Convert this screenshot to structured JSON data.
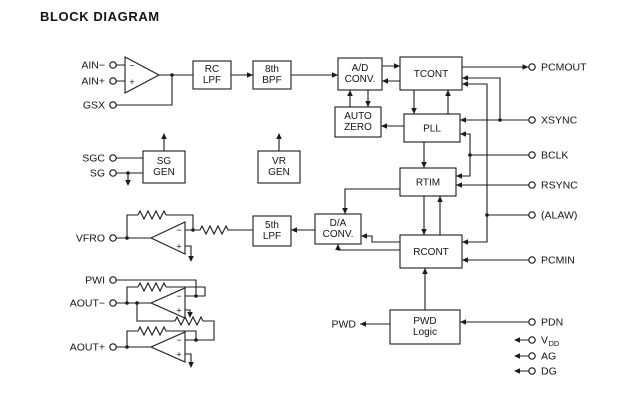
{
  "title": "BLOCK DIAGRAM",
  "blocks": {
    "rc_lpf": {
      "l1": "RC",
      "l2": "LPF"
    },
    "bpf8": {
      "l1": "8th",
      "l2": "BPF"
    },
    "ad_conv": {
      "l1": "A/D",
      "l2": "CONV."
    },
    "tcont": {
      "label": "TCONT"
    },
    "auto_zero": {
      "l1": "AUTO",
      "l2": "ZERO"
    },
    "pll": {
      "label": "PLL"
    },
    "sg_gen": {
      "l1": "SG",
      "l2": "GEN"
    },
    "vr_gen": {
      "l1": "VR",
      "l2": "GEN"
    },
    "rtim": {
      "label": "RTIM"
    },
    "lpf5": {
      "l1": "5th",
      "l2": "LPF"
    },
    "da_conv": {
      "l1": "D/A",
      "l2": "CONV."
    },
    "rcont": {
      "label": "RCONT"
    },
    "pwd_logic": {
      "l1": "PWD",
      "l2": "Logic"
    }
  },
  "pins": {
    "left": [
      {
        "label": "AIN−"
      },
      {
        "label": "AIN+"
      },
      {
        "label": "GSX"
      },
      {
        "label": "SGC"
      },
      {
        "label": "SG"
      },
      {
        "label": "VFRO"
      },
      {
        "label": "PWI"
      },
      {
        "label": "AOUT−"
      },
      {
        "label": "AOUT+"
      }
    ],
    "right": [
      {
        "label": "PCMOUT"
      },
      {
        "label": "XSYNC"
      },
      {
        "label": "BCLK"
      },
      {
        "label": "RSYNC"
      },
      {
        "label": "(ALAW)"
      },
      {
        "label": "PCMIN"
      },
      {
        "label": "PDN"
      },
      {
        "label": "V",
        "sub": "DD"
      },
      {
        "label": "AG"
      },
      {
        "label": "DG"
      }
    ]
  },
  "annotations": {
    "pwd_signal": "PWD",
    "opamp_minus": "−",
    "opamp_plus": "+"
  },
  "colors": {
    "ink": "#1c1c1c",
    "background": "#ffffff",
    "box_fill": "#ffffff"
  }
}
